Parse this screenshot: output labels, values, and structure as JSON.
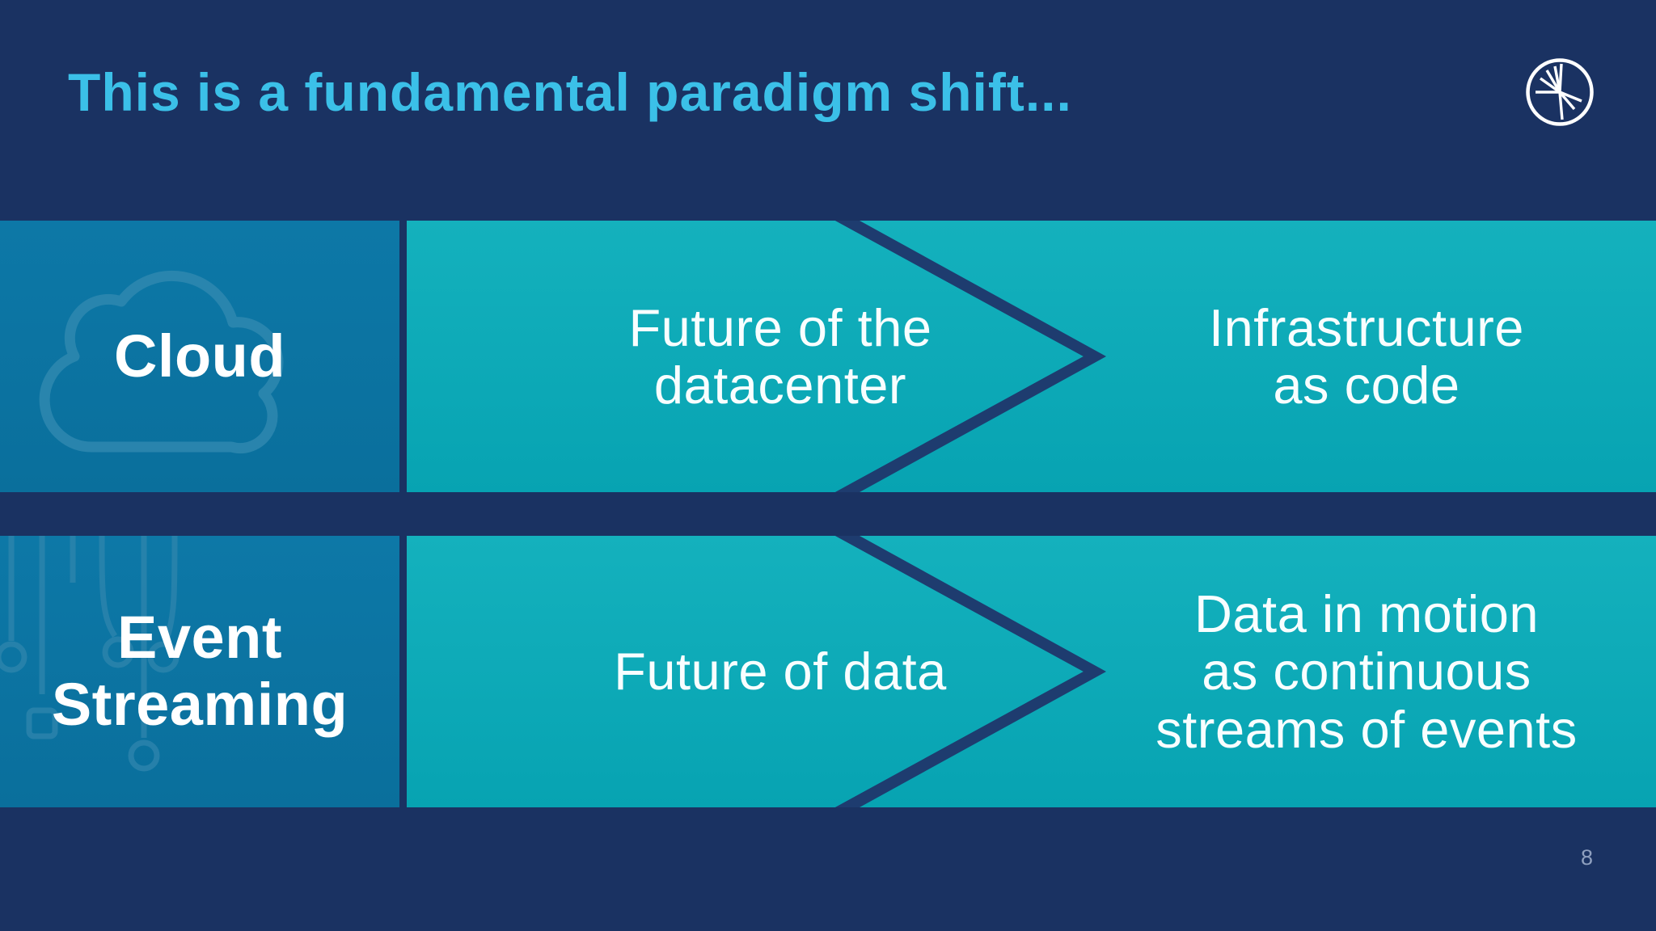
{
  "slide": {
    "title": "This is a fundamental paradigm shift...",
    "page_number": "8"
  },
  "rows": [
    {
      "label": "Cloud",
      "icon": "cloud-icon",
      "steps": [
        "Future of the\ndatacenter",
        "Infrastructure\nas code"
      ]
    },
    {
      "label": "Event\nStreaming",
      "icon": "event-streaming-icon",
      "steps": [
        "Future of data",
        "Data in motion\nas continuous\nstreams of events"
      ]
    }
  ],
  "icons": {
    "logo": "confluent-spark-logo"
  },
  "colors": {
    "background_navy": "#1a3262",
    "chevron_navy": "#1e3c6f",
    "label_box_blue": "#0b74a2",
    "teal_top": "#14b1bd",
    "teal_bottom": "#07a3b2",
    "title_cyan": "#3bc0e8",
    "text_white": "#f8feff",
    "icon_outline_blue": "#3189b0",
    "page_number_gray": "#8fa0bf"
  }
}
